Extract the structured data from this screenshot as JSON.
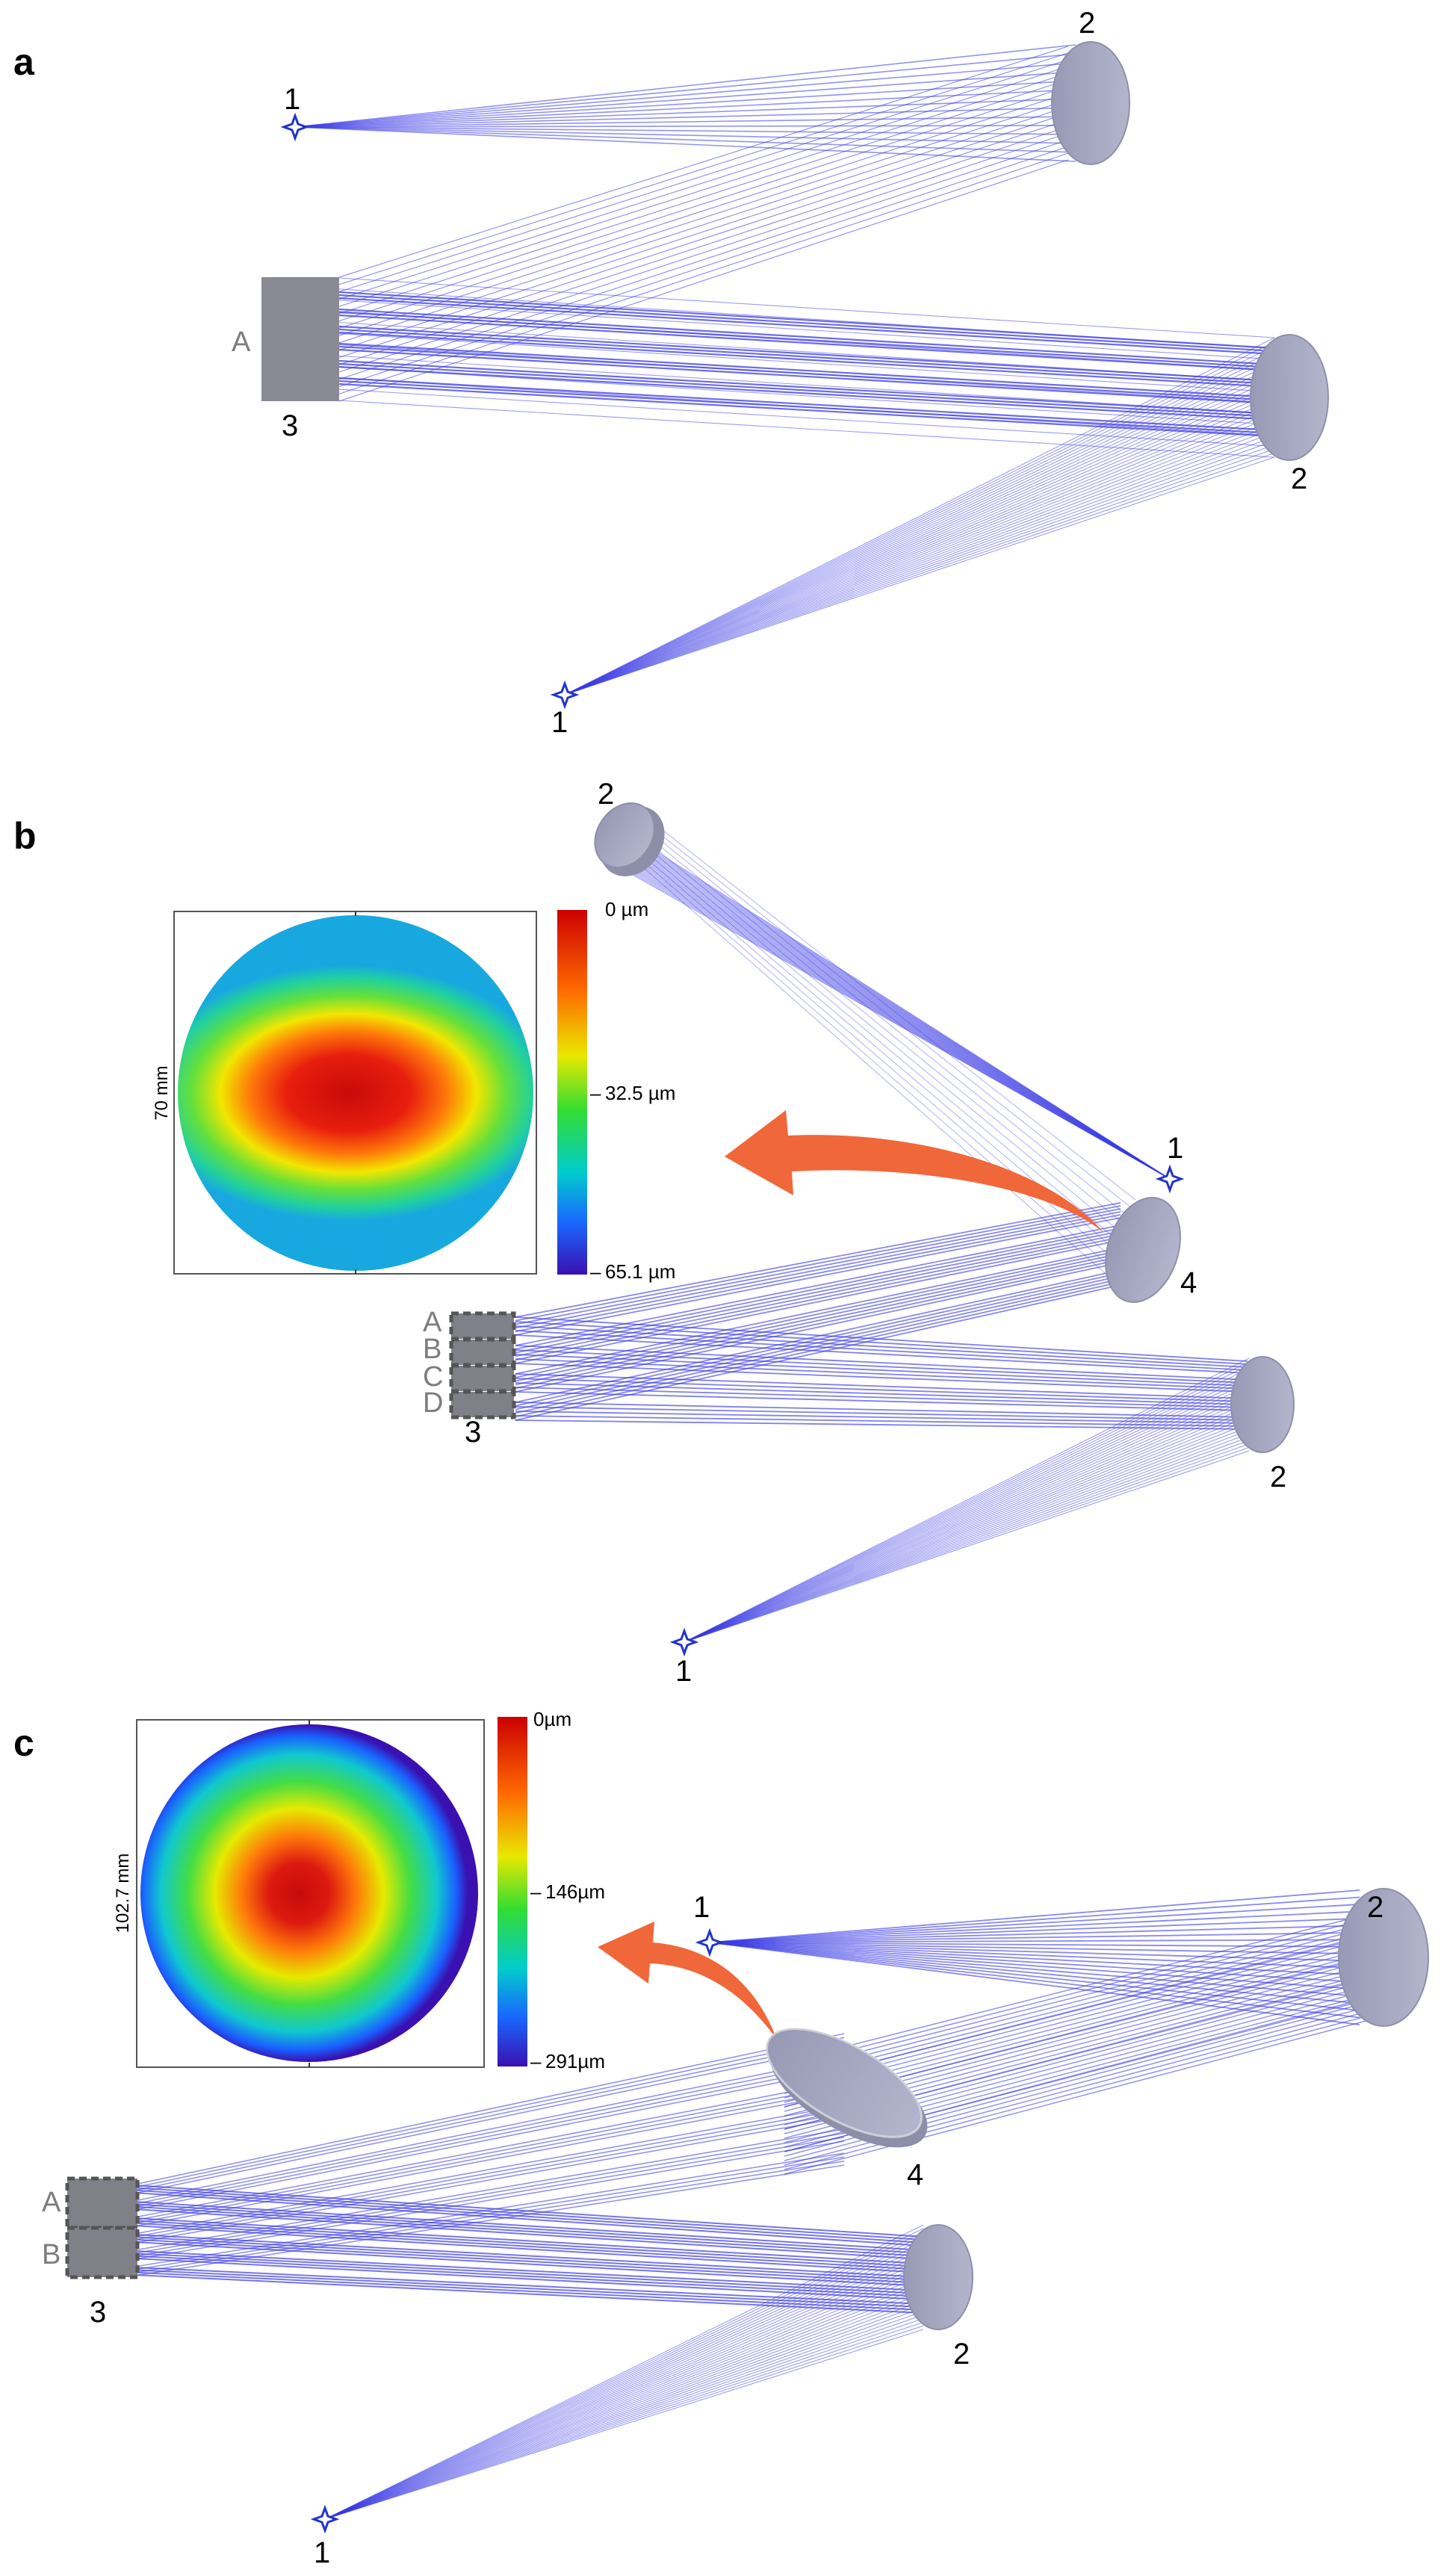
{
  "panels": {
    "a": {
      "letter": "a",
      "labels": {
        "source_top": "1",
        "mirror_top": "2",
        "grating": "3",
        "mirror_mid": "2",
        "source_bottom": "1",
        "zone_a": "A"
      }
    },
    "b": {
      "letter": "b",
      "labels": {
        "mirror_top": "2",
        "source_top": "1",
        "corrector": "4",
        "mirror_mid": "2",
        "source_bottom": "1",
        "grating": "3",
        "zone_a": "A",
        "zone_b": "B",
        "zone_c": "C",
        "zone_d": "D"
      },
      "inset": {
        "dimension_label": "70 mm",
        "colorbar_labels": [
          "0 µm",
          "32.5 µm",
          "65.1 µm"
        ],
        "colorbar_signs": [
          "",
          "–",
          "–"
        ]
      }
    },
    "c": {
      "letter": "c",
      "labels": {
        "source_top": "1",
        "mirror_top": "2",
        "corrector": "4",
        "mirror_mid": "2",
        "source_bottom": "1",
        "grating": "3",
        "zone_a": "A",
        "zone_b": "B"
      },
      "inset": {
        "dimension_label": "102.7 mm",
        "colorbar_labels": [
          "0µm",
          "146µm",
          "291µm"
        ],
        "colorbar_signs": [
          "",
          "–",
          "–"
        ]
      }
    }
  },
  "colors": {
    "ray": "#3a3ae6",
    "ray_dense": "#1f1fd6",
    "mirror_fill": "#a7a9c3",
    "mirror_edge": "#8e90a8",
    "grating_fill": "#8a8a95",
    "zone_fill": "#7f8088",
    "arrow": "#f0673a",
    "source": "#2233cc",
    "label_gray": "#7d7d7d"
  }
}
